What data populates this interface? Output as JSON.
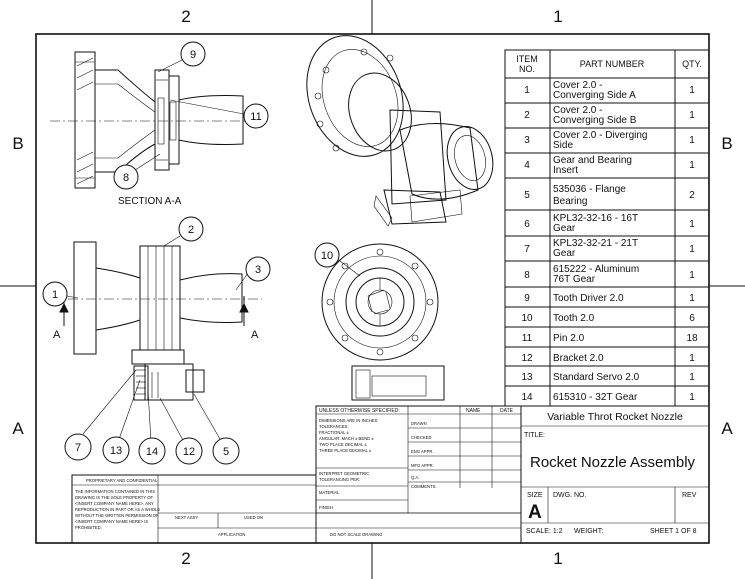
{
  "zones": {
    "top": [
      "2",
      "1"
    ],
    "bottom": [
      "2",
      "1"
    ],
    "left": [
      "B",
      "A"
    ],
    "right": [
      "B",
      "A"
    ]
  },
  "bom": {
    "headers": {
      "item_no_line1": "ITEM",
      "item_no_line2": "NO.",
      "part_number": "PART NUMBER",
      "qty": "QTY."
    },
    "rows": [
      {
        "no": "1",
        "part_l1": "Cover 2.0 -",
        "part_l2": "Converging Side A",
        "qty": "1"
      },
      {
        "no": "2",
        "part_l1": "Cover 2.0 -",
        "part_l2": "Converging Side B",
        "qty": "1"
      },
      {
        "no": "3",
        "part_l1": "Cover 2.0 - Diverging",
        "part_l2": "Side",
        "qty": "1"
      },
      {
        "no": "4",
        "part_l1": "Gear and Bearing",
        "part_l2": "Insert",
        "qty": "1"
      },
      {
        "no": "5",
        "part_l1": "535036 - Flange",
        "part_l2": "Bearing",
        "qty": "2"
      },
      {
        "no": "6",
        "part_l1": "KPL32-32-16 - 16T",
        "part_l2": "Gear",
        "qty": "1"
      },
      {
        "no": "7",
        "part_l1": "KPL32-32-21 - 21T",
        "part_l2": "Gear",
        "qty": "1"
      },
      {
        "no": "8",
        "part_l1": "615222 - Aluminum",
        "part_l2": "76T Gear",
        "qty": "1"
      },
      {
        "no": "9",
        "part_l1": "Tooth Driver 2.0",
        "part_l2": "",
        "qty": "1"
      },
      {
        "no": "10",
        "part_l1": "Tooth 2.0",
        "part_l2": "",
        "qty": "6"
      },
      {
        "no": "11",
        "part_l1": "Pin 2.0",
        "part_l2": "",
        "qty": "18"
      },
      {
        "no": "12",
        "part_l1": "Bracket 2.0",
        "part_l2": "",
        "qty": "1"
      },
      {
        "no": "13",
        "part_l1": "Standard Servo 2.0",
        "part_l2": "",
        "qty": "1"
      },
      {
        "no": "14",
        "part_l1": "615310 - 32T Gear",
        "part_l2": "",
        "qty": "1"
      }
    ]
  },
  "balloons": {
    "b1": "1",
    "b2": "2",
    "b3": "3",
    "b5": "5",
    "b7": "7",
    "b8": "8",
    "b9": "9",
    "b10": "10",
    "b11": "11",
    "b12": "12",
    "b13": "13",
    "b14": "14"
  },
  "section": {
    "label": "SECTION A-A",
    "arrow_left": "A",
    "arrow_right": "A"
  },
  "title_block": {
    "unless": "UNLESS OTHERWISE SPECIFIED:",
    "name": "NAME",
    "date": "DATE",
    "dims1": "DIMENSIONS ARE IN INCHES",
    "dims2": "TOLERANCES:",
    "dims3": "FRACTIONAL ±",
    "dims4": "ANGULAR: MACH ±   BEND ±",
    "dims5": "TWO PLACE DECIMAL   ±",
    "dims6": "THREE PLACE DECIMAL  ±",
    "interp1": "INTERPRET GEOMETRIC",
    "interp2": "TOLERANCING PER:",
    "material": "MATERIAL",
    "finish": "FINISH",
    "dnscale": "DO NOT SCALE DRAWING",
    "drawn": "DRAWN",
    "checked": "CHECKED",
    "eng": "ENG APPR.",
    "mfg": "MFG APPR.",
    "qa": "Q.A.",
    "comments": "COMMENTS:",
    "next_assy": "NEXT ASSY",
    "used_on": "USED ON",
    "application": "APPLICATION",
    "prop_title": "PROPRIETARY AND CONFIDENTIAL",
    "prop_1": "THE INFORMATION CONTAINED IN THIS",
    "prop_2": "DRAWING IS THE SOLE PROPERTY OF",
    "prop_3": "<INSERT COMPANY NAME HERE>. ANY",
    "prop_4": "REPRODUCTION IN PART OR AS A WHOLE",
    "prop_5": "WITHOUT THE WRITTEN PERMISSION OF",
    "prop_6": "<INSERT COMPANY NAME HERE> IS",
    "prop_7": "PROHIBITED.",
    "project": "Variable Throt Rocket Nozzle",
    "title_label": "TITLE:",
    "title": "Rocket Nozzle Assembly",
    "size_label": "SIZE",
    "size": "A",
    "dwg_label": "DWG.  NO.",
    "rev_label": "REV",
    "scale": "SCALE: 1:2",
    "weight": "WEIGHT:",
    "sheet": "SHEET 1 OF 8"
  }
}
